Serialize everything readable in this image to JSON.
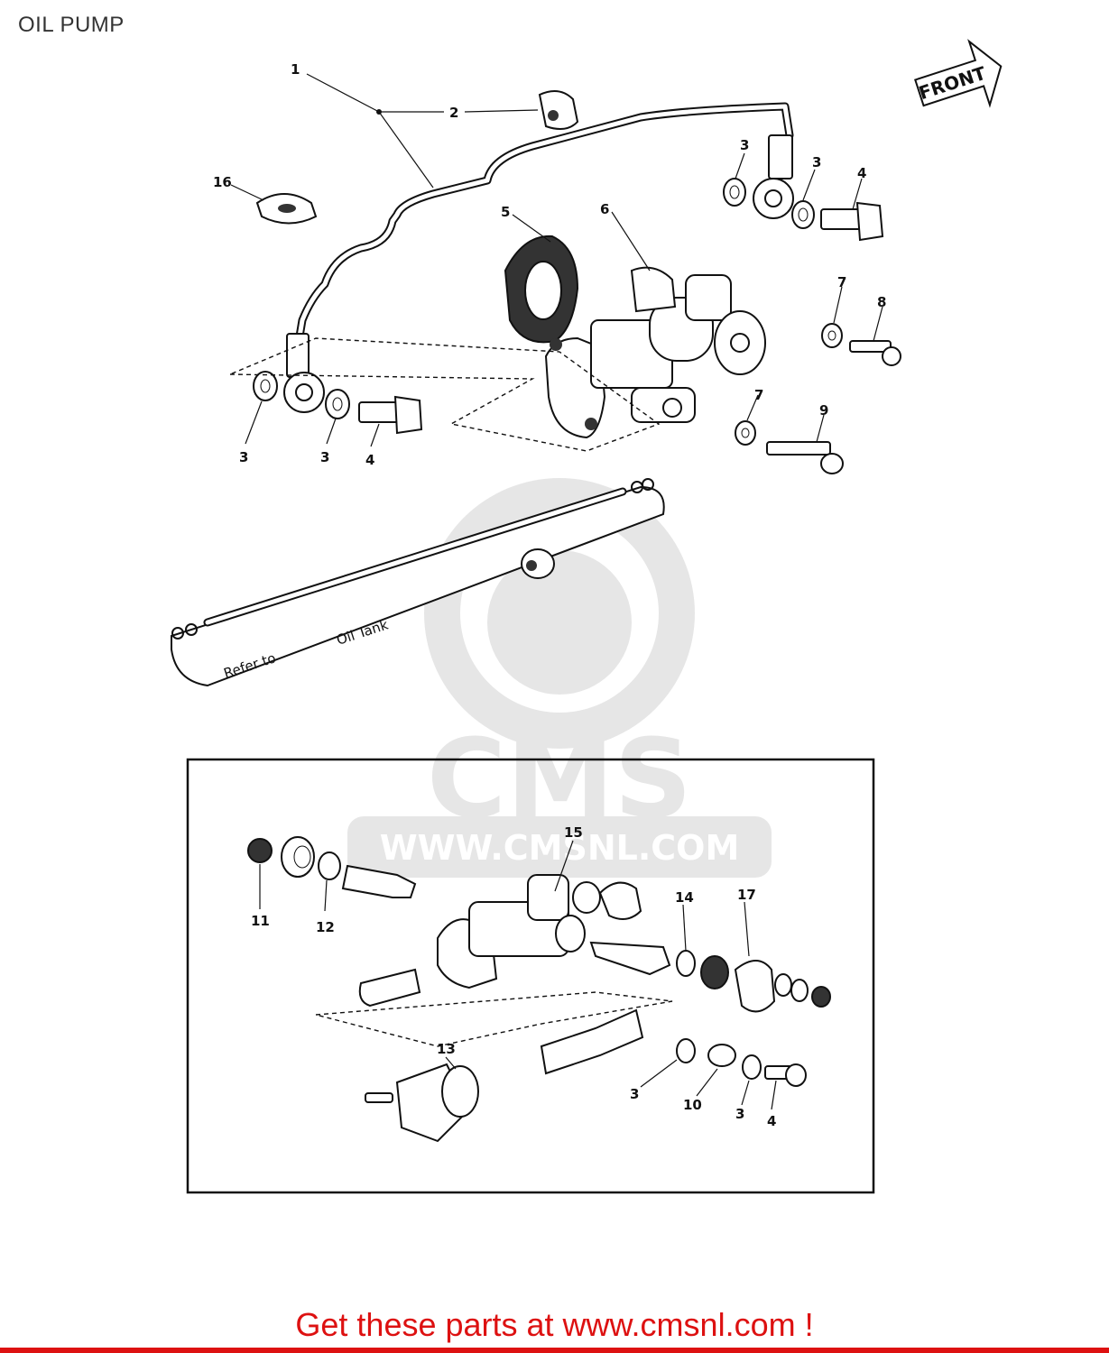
{
  "page": {
    "title": "OIL PUMP",
    "cta_text": "Get these parts at www.cmsnl.com !"
  },
  "diagram": {
    "front_label": "FRONT",
    "note_line1": "Refer to",
    "note_line2": "Oil Tank",
    "watermark_logo": "CMS",
    "watermark_url": "WWW.CMSNL.COM",
    "callouts": {
      "c1": "1",
      "c2": "2",
      "c16": "16",
      "c5": "5",
      "c6": "6",
      "c3_tr1": "3",
      "c3_tr2": "3",
      "c4_tr": "4",
      "c7_a": "7",
      "c8": "8",
      "c7_b": "7",
      "c9": "9",
      "c3_l1": "3",
      "c3_l2": "3",
      "c4_l": "4",
      "c15": "15",
      "c11": "11",
      "c12": "12",
      "c14": "14",
      "c17": "17",
      "c13": "13",
      "c3_b1": "3",
      "c10": "10",
      "c3_b2": "3",
      "c4_b": "4"
    }
  },
  "colors": {
    "cta": "#dd1111",
    "ink": "#111111",
    "watermark": "#e6e6e6"
  }
}
